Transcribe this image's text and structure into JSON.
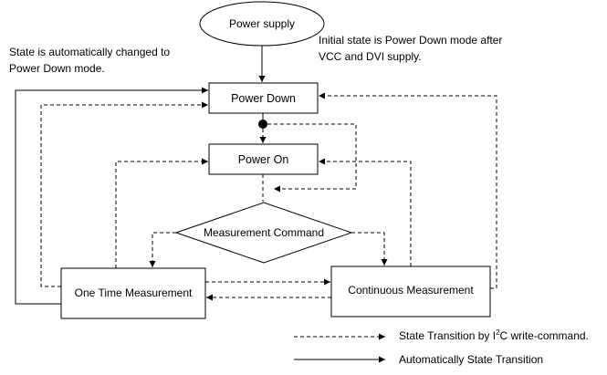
{
  "diagram": {
    "nodes": {
      "power_supply": "Power supply",
      "power_down": "Power Down",
      "power_on": "Power On",
      "measurement_command": "Measurement Command",
      "one_time": "One Time Measurement",
      "continuous": "Continuous Measurement"
    },
    "notes": {
      "left_line1": "State is automatically changed to",
      "left_line2": "Power Down mode.",
      "right_line1": "Initial state is Power Down mode after",
      "right_line2": "VCC and DVI supply."
    },
    "legend": {
      "dashed_prefix": "State Transition by I",
      "dashed_sup": "2",
      "dashed_suffix": "C write-command.",
      "solid": "Automatically State Transition"
    }
  }
}
